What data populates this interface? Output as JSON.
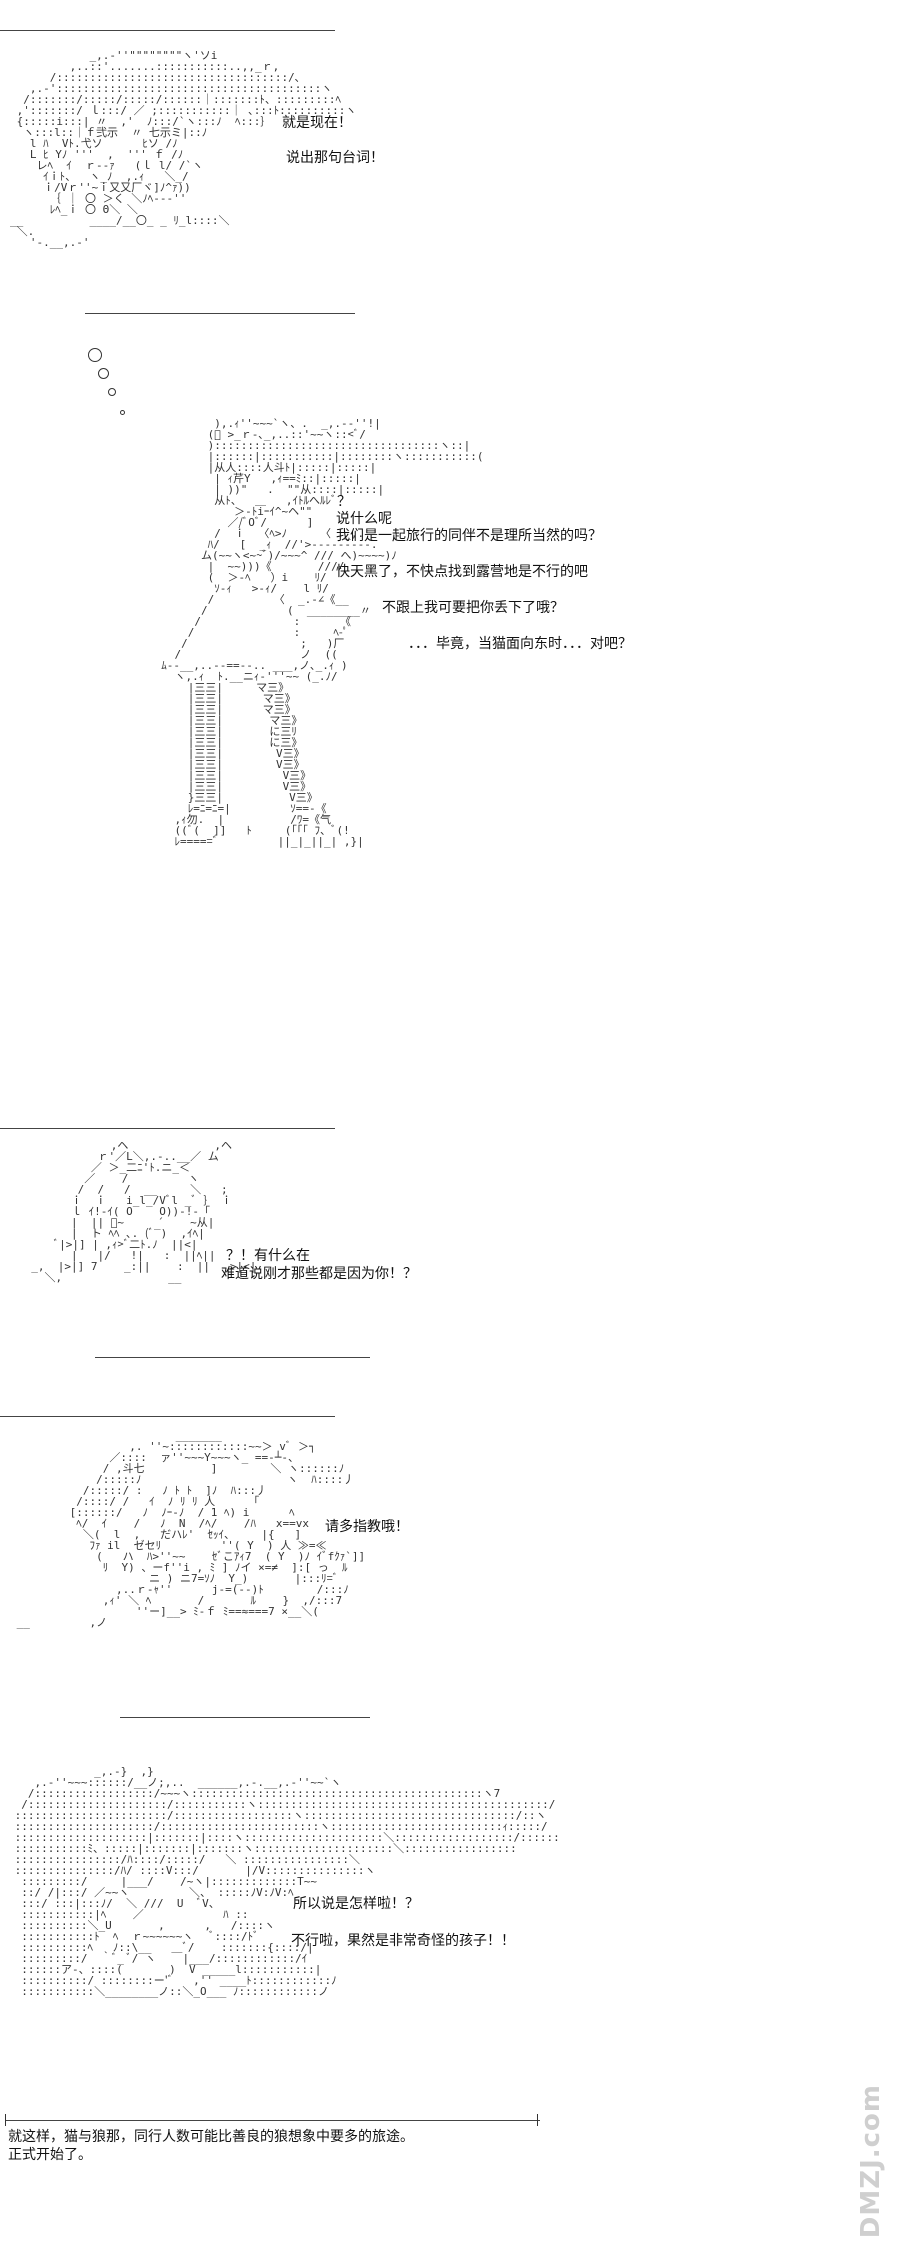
{
  "panel1": {
    "line1": "就是现在！",
    "line2": "说出那句台词！"
  },
  "panel2": {
    "q": "？",
    "line1": "说什么呢",
    "line2": "我们是一起旅行的同伴不是理所当然的吗？",
    "line3": "快天黑了，不快点找到露营地是不行的吧",
    "line4": "不跟上我可要把你丢下了哦？",
    "line5": "．．．毕竟，当猫面向东时．．．对吧？"
  },
  "panel3": {
    "line1": "？！有什么在",
    "line2": "难道说刚才那些都是因为你！？"
  },
  "panel4": {
    "line1": "请多指教哦！"
  },
  "panel5": {
    "line1": "所以说是怎样啦！？",
    "line2": "不行啦，果然是非常奇怪的孩子！！"
  },
  "narration": {
    "line1": "就这样，猫与狼那，同行人数可能比善良的狼想象中要多的旅途。",
    "line2": "正式开始了。"
  },
  "watermark": "DMZJ.com"
}
